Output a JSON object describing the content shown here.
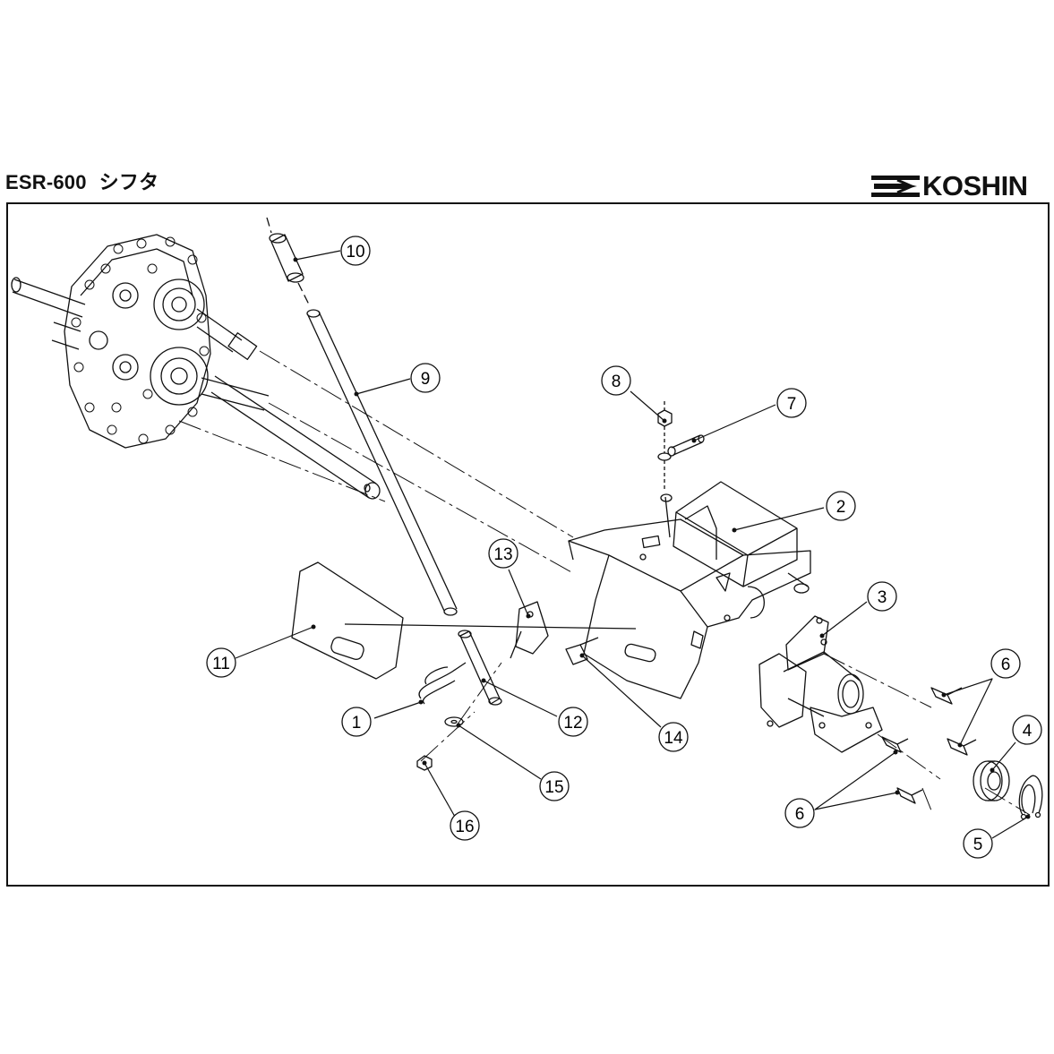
{
  "header": {
    "model": "ESR-600",
    "subtitle": "シフタ"
  },
  "logo": {
    "text": "KOSHIN"
  },
  "callouts": [
    {
      "id": "c1",
      "label": "1"
    },
    {
      "id": "c2",
      "label": "2"
    },
    {
      "id": "c3",
      "label": "3"
    },
    {
      "id": "c4",
      "label": "4"
    },
    {
      "id": "c5",
      "label": "5"
    },
    {
      "id": "c6a",
      "label": "6"
    },
    {
      "id": "c6b",
      "label": "6"
    },
    {
      "id": "c7",
      "label": "7"
    },
    {
      "id": "c8",
      "label": "8"
    },
    {
      "id": "c9",
      "label": "9"
    },
    {
      "id": "c10",
      "label": "10"
    },
    {
      "id": "c11",
      "label": "11"
    },
    {
      "id": "c12",
      "label": "12"
    },
    {
      "id": "c13",
      "label": "13"
    },
    {
      "id": "c14",
      "label": "14"
    },
    {
      "id": "c15",
      "label": "15"
    },
    {
      "id": "c16",
      "label": "16"
    }
  ],
  "colors": {
    "line": "#111111",
    "background": "#ffffff"
  }
}
